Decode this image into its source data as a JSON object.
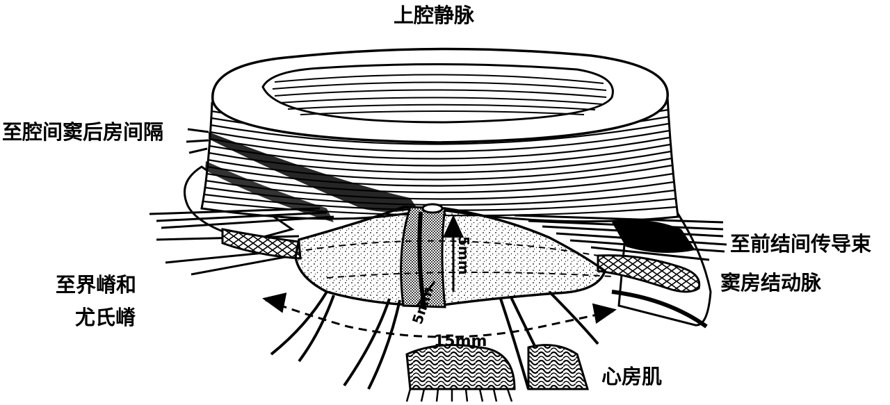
{
  "labels": {
    "svc": "上腔静脉",
    "to_septum": "至腔间窦后房间隔",
    "to_ant_tract": "至前结间传导束",
    "sa_artery": "窦房结动脉",
    "to_crista_1": "至界嵴和",
    "to_crista_2": "尤氏嵴",
    "atrial_muscle": "心房肌"
  },
  "dimensions": {
    "length": "15mm",
    "width": "5mm",
    "depth": "5mm"
  },
  "colors": {
    "ink": "#000000",
    "paper": "#ffffff"
  }
}
